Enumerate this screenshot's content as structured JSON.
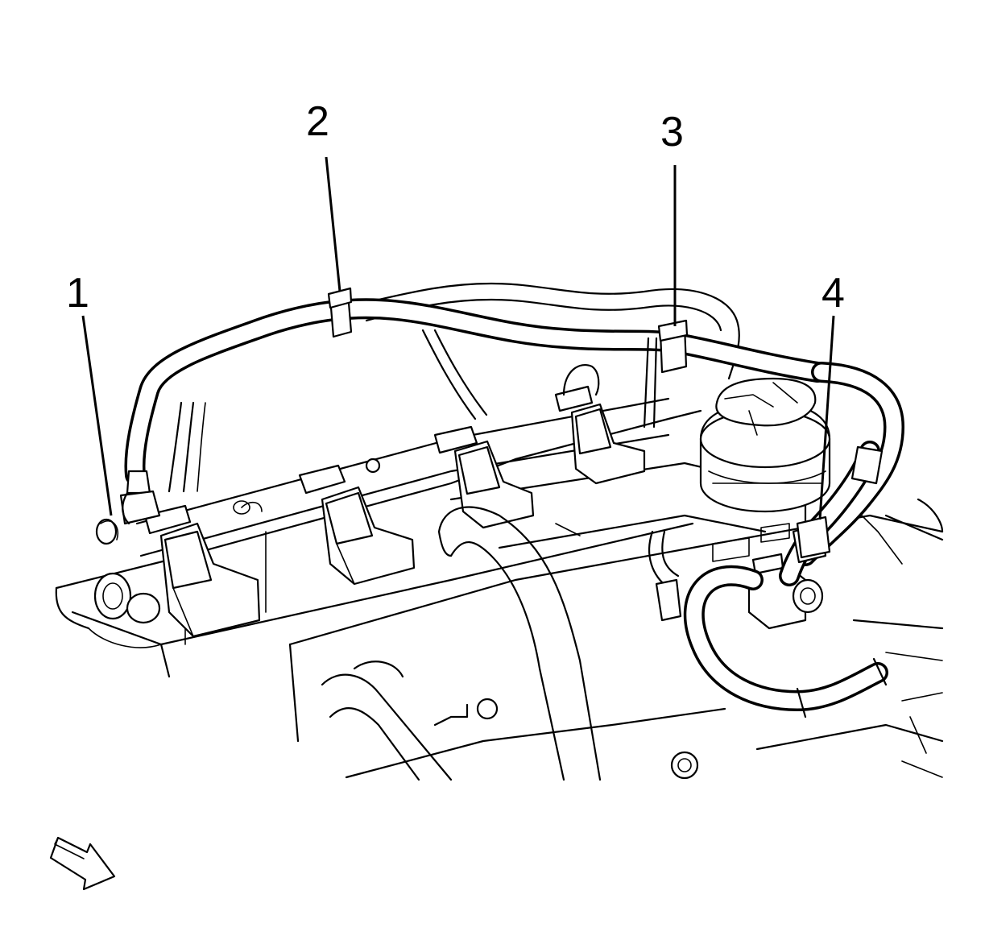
{
  "callouts": [
    {
      "id": "1",
      "label": "1"
    },
    {
      "id": "2",
      "label": "2"
    },
    {
      "id": "3",
      "label": "3"
    },
    {
      "id": "4",
      "label": "4"
    }
  ],
  "icons": {
    "view_arrow": "direction-arrow-icon"
  }
}
